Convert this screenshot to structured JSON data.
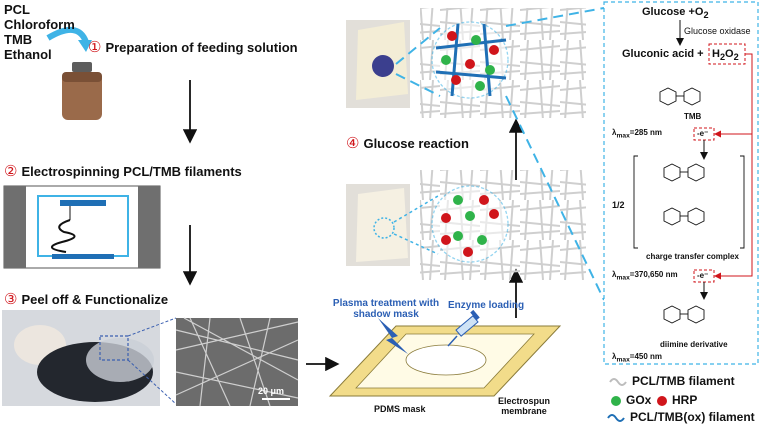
{
  "reagents": [
    "PCL",
    "Chloroform",
    "TMB",
    "Ethanol"
  ],
  "steps": [
    {
      "num": "①",
      "label": "Preparation of feeding solution"
    },
    {
      "num": "②",
      "label": "Electrospinning PCL/TMB filaments"
    },
    {
      "num": "③",
      "label": "Peel off & Functionalize"
    },
    {
      "num": "④",
      "label": "Glucose reaction"
    }
  ],
  "sem_scale": "20 μm",
  "process": {
    "plasma": "Plasma treatment with shadow mask",
    "enzyme": "Enzyme loading",
    "pdms": "PDMS mask",
    "membrane": "Electrospun membrane"
  },
  "reaction": {
    "reactant": "Glucose +O",
    "reactant_sub": "2",
    "enzyme": "Glucose oxidase",
    "product": "Gluconic acid +",
    "h2o2": "H",
    "h2o2_sub1": "2",
    "h2o2_mid": "O",
    "h2o2_sub2": "2",
    "tmb": "TMB",
    "lambda1_pre": "λ",
    "lambda1_sub": "max",
    "lambda1_val": "=285 nm",
    "electron": "-e⁻",
    "half": "1/2",
    "ctc": "charge transfer complex",
    "lambda2_val": "=370,650 nm",
    "diimine": "diimine derivative",
    "lambda3_val": "=450 nm"
  },
  "legend": {
    "filament": "PCL/TMB filament",
    "gox": "GOx",
    "hrp": "HRP",
    "ox_filament": "PCL/TMB(ox) filament"
  },
  "colors": {
    "red": "#d0151b",
    "green": "#2fb34a",
    "blue": "#1f6fb5",
    "cyan": "#3fb3e6",
    "mask": "#f2dc8a"
  }
}
